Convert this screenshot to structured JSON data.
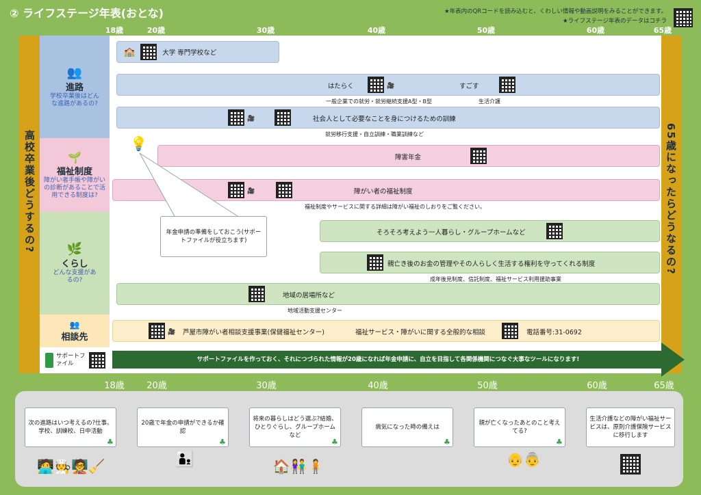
{
  "header": {
    "title": "② ライフステージ年表(おとな)",
    "note1": "★年表内のQRコードを読み込むと、くわしい情報や動画説明をみることができます。",
    "note2": "★ライフステージ年表のデータはコチラ"
  },
  "ages": [
    "18歳",
    "20歳",
    "30歳",
    "40歳",
    "50歳",
    "60歳",
    "65歳"
  ],
  "left_question": "高校卒業後どうするの?",
  "right_question": "65歳になったらどうなるの?",
  "categories": {
    "shinro": {
      "name": "進路",
      "sub": "学校卒業後はどんな進路があるの?"
    },
    "fukushi": {
      "name": "福祉制度",
      "sub": "障がい者手帳や障がいの診断があることで活用できる制度は?"
    },
    "kurashi": {
      "name": "くらし",
      "sub": "どんな支援があるの?"
    },
    "soudan": {
      "name": "相談先"
    },
    "support": {
      "name": "サポートファイル"
    }
  },
  "bars": {
    "daigaku": "大学 専門学校など",
    "hataraku": "はたらく",
    "sugosu": "すごす",
    "hataraku_sub1": "一般企業での就労・就労継続支援A型・B型",
    "hataraku_sub2": "生活介護",
    "kunren": "社会人として必要なことを身につけるための訓練",
    "kunren_sub": "就労移行支援・自立訓練・職業訓練など",
    "nenkin": "障害年金",
    "fukushiseido": "障がい者の福祉制度",
    "fukushiseido_sub": "福祉制度やサービスに関する詳細は障がい福祉のしおりをご覧ください。",
    "nenkin_callout": "年金申請の準備をしておこう(サポートファイルが役立ちます)",
    "hitorigurashi": "そろそろ考えよう一人暮らし・グループホームなど",
    "shinbougo": "親亡き後のお金の管理やその人らしく生活する権利を守ってくれる制度",
    "shinbougo_sub": "成年後見制度、信託制度、福祉サービス利用援助事業",
    "ibasho": "地域の居場所など",
    "ibasho_sub": "地域活動支援センター",
    "soudan_center": "芦屋市障がい者相談支援事業(保健福祉センター)",
    "soudan_general": "福祉サービス・障がいに関する全般的な相談",
    "phone": "電話番号:31-0692",
    "arrow_text": "サポートファイルを作っておく、それにつづられた情報が20歳になれば年金申請に、自立を目指して各関係機関につなぐ大事なツールになります!"
  },
  "bubbles": [
    "次の進路はいつ考えるの?仕事、学校、訓練校、日中活動",
    "20歳で年金の申請ができるか確認",
    "将来の暮らしはどう選ぶ?結婚、ひとりぐらし、グループホームなど",
    "病気になった時の備えは",
    "親が亡くなったあとのこと考えてる?",
    "生活介護などの障がい福祉サービスは、原則介護保険サービスに移行します"
  ]
}
